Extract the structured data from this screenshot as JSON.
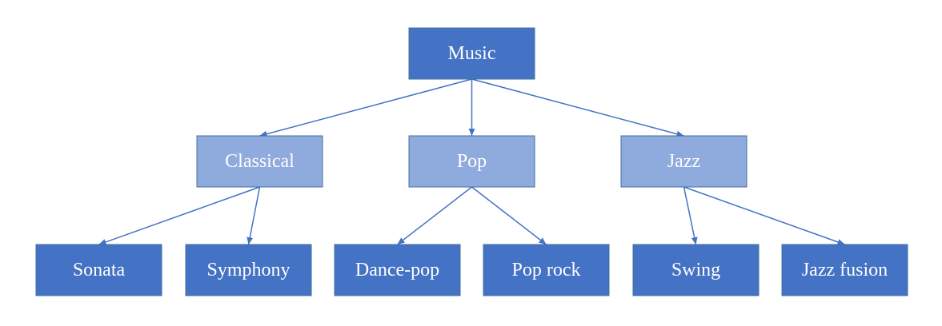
{
  "colors": {
    "root": "#4472c4",
    "category": "#8faadc",
    "leaf": "#4472c4",
    "edge": "#4472c4"
  },
  "nodes": {
    "music": {
      "label": "Music",
      "level": "root"
    },
    "classical": {
      "label": "Classical",
      "level": "category"
    },
    "pop": {
      "label": "Pop",
      "level": "category"
    },
    "jazz": {
      "label": "Jazz",
      "level": "category"
    },
    "sonata": {
      "label": "Sonata",
      "level": "leaf"
    },
    "symphony": {
      "label": "Symphony",
      "level": "leaf"
    },
    "dance_pop": {
      "label": "Dance-pop",
      "level": "leaf"
    },
    "pop_rock": {
      "label": "Pop rock",
      "level": "leaf"
    },
    "swing": {
      "label": "Swing",
      "level": "leaf"
    },
    "jazz_fusion": {
      "label": "Jazz fusion",
      "level": "leaf"
    }
  },
  "edges": [
    {
      "from": "music",
      "to": "classical"
    },
    {
      "from": "music",
      "to": "pop"
    },
    {
      "from": "music",
      "to": "jazz"
    },
    {
      "from": "classical",
      "to": "sonata"
    },
    {
      "from": "classical",
      "to": "symphony"
    },
    {
      "from": "pop",
      "to": "dance_pop"
    },
    {
      "from": "pop",
      "to": "pop_rock"
    },
    {
      "from": "jazz",
      "to": "swing"
    },
    {
      "from": "jazz",
      "to": "jazz_fusion"
    }
  ]
}
